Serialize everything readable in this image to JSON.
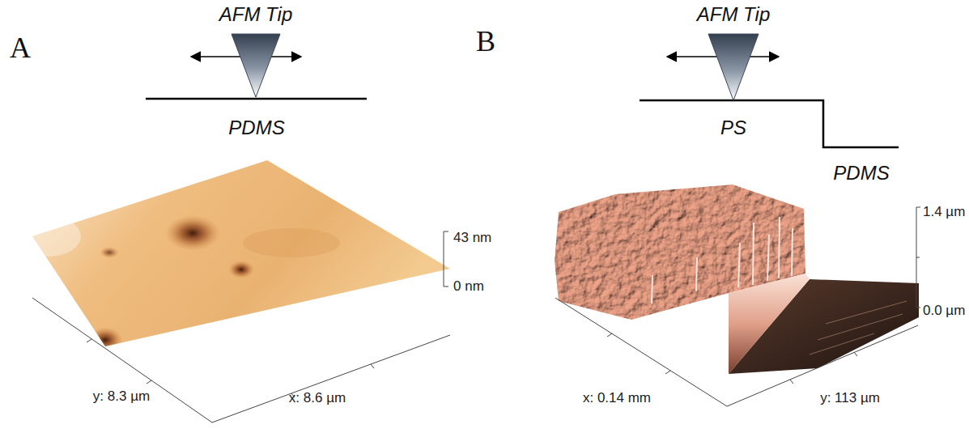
{
  "diagram": {
    "labels": [
      "A",
      "AFM Tip",
      "PDMS",
      "43 nm",
      "0 nm",
      "y: 8.3 µm",
      "x: 8.6 µm",
      "B",
      "AFM Tip",
      "PS",
      "PDMS",
      "1.4 µm",
      "0.0 µm",
      "x: 0.14 mm",
      "y: 113 µm"
    ]
  }
}
